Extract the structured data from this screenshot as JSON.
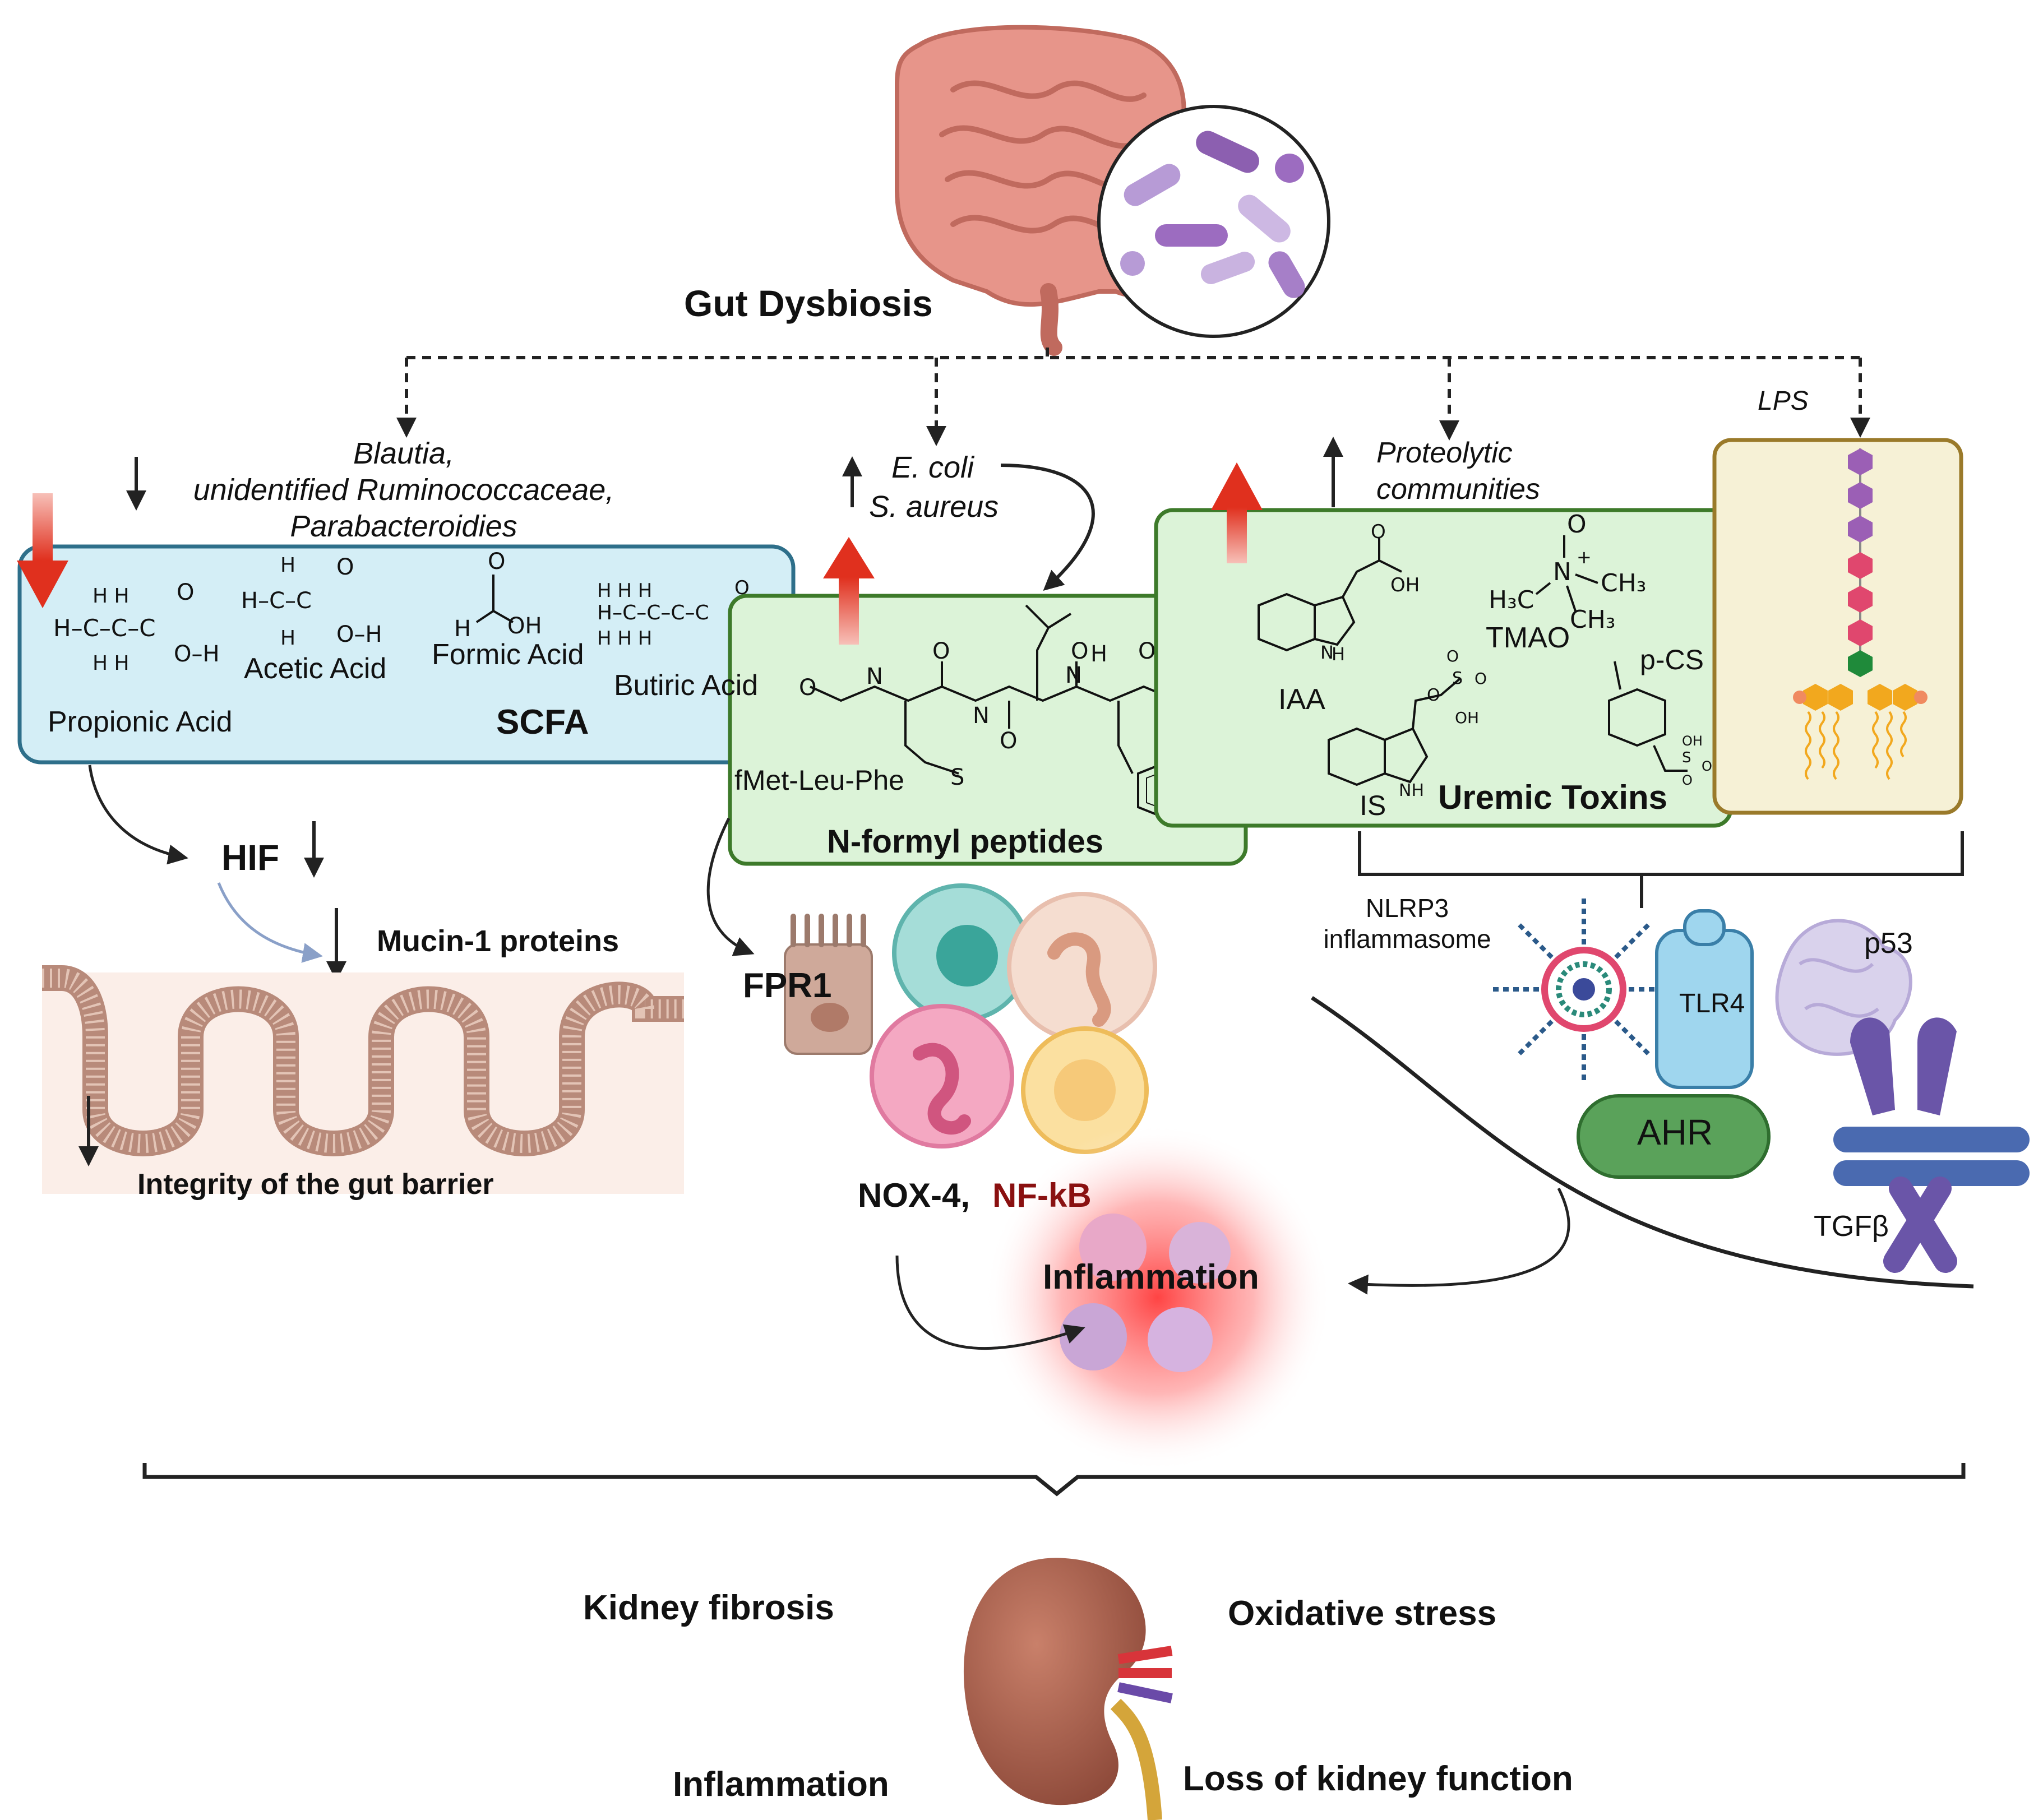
{
  "gut": {
    "title": "Gut Dysbiosis"
  },
  "scfa": {
    "bacteria_line1": "Blautia,",
    "bacteria_line2": "unidentified Ruminococcaceae,",
    "bacteria_line3": "Parabacteroidies",
    "propionic": "Propionic Acid",
    "acetic": "Acetic Acid",
    "formic": "Formic Acid",
    "butiric": "Butiric Acid",
    "label": "SCFA",
    "hif": "HIF",
    "mucin": "Mucin-1 proteins",
    "barrier": "Integrity of the gut barrier"
  },
  "nfp": {
    "bacteria_line1": "E. coli",
    "bacteria_line2": "S. aureus",
    "peptide": "fMet-Leu-Phe",
    "label": "N-formyl peptides",
    "fpr1": "FPR1",
    "nox4": "NOX-4,",
    "nfkb": "NF-kB",
    "inflammation": "Inflammation"
  },
  "uremic": {
    "communities_line1": "Proteolytic",
    "communities_line2": "communities",
    "iaa": "IAA",
    "tmao": "TMAO",
    "pcs": "p-CS",
    "is": "IS",
    "label": "Uremic Toxins"
  },
  "lps": {
    "label": "LPS"
  },
  "receptors": {
    "nlrp3_line1": "NLRP3",
    "nlrp3_line2": "inflammasome",
    "tlr4": "TLR4",
    "ahr": "AHR",
    "p53": "p53",
    "tgfb": "TGFβ"
  },
  "kidney": {
    "fibrosis": "Kidney fibrosis",
    "oxidative": "Oxidative stress",
    "inflammation": "Inflammation",
    "function": "Loss of kidney function"
  },
  "colors": {
    "scfa_box": "#d4eef6",
    "scfa_border": "#2e6f8a",
    "green_box": "#dcf3d8",
    "green_border": "#3d7a2a",
    "lps_box": "#f6f1d6",
    "lps_border": "#9a7a2a",
    "red_arrow": "#e0301e",
    "nfkb_text": "#8a1010"
  }
}
